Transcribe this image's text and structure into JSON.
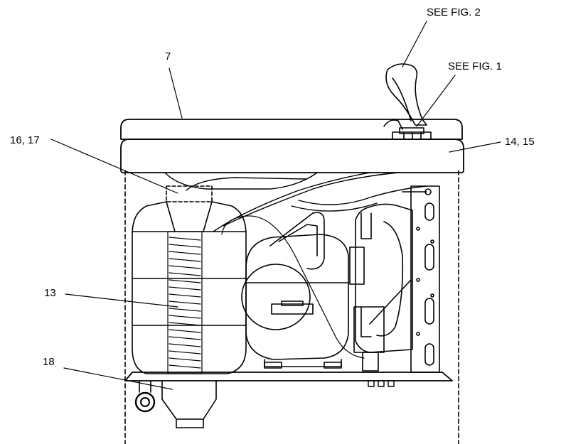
{
  "callouts": {
    "fig2": "SEE FIG. 2",
    "fig1": "SEE FIG. 1",
    "top_cover": "7",
    "shroud": "14, 15",
    "tank_fittings": "16, 17",
    "cooling_tank": "13",
    "drain": "18"
  },
  "colors": {
    "line": "#000000",
    "background": "#ffffff"
  }
}
